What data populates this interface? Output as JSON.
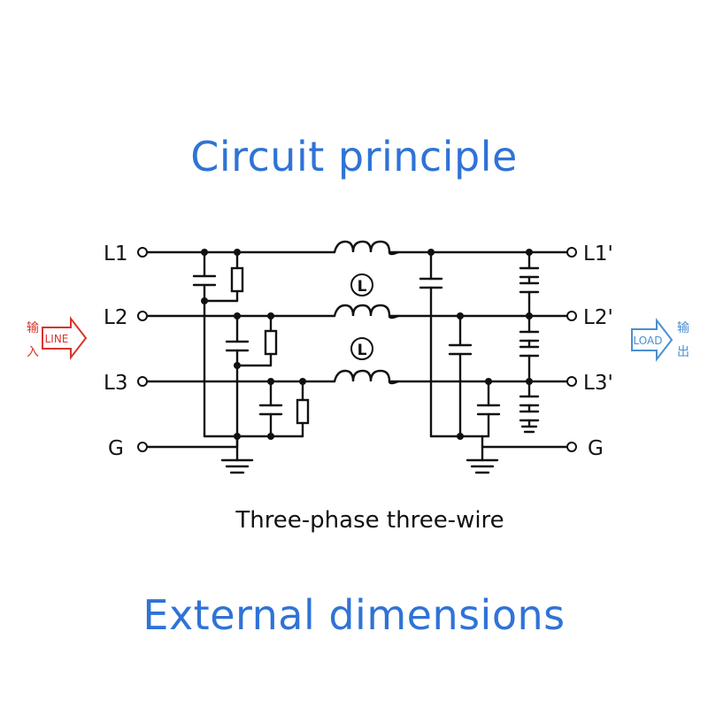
{
  "headings": {
    "top": "Circuit principle",
    "bottom": "External dimensions"
  },
  "diagram": {
    "caption": "Three-phase three-wire",
    "input_labels": [
      "L1",
      "L2",
      "L3",
      "G"
    ],
    "output_labels": [
      "L1'",
      "L2'",
      "L3'",
      "G"
    ],
    "inductor_symbol": "L",
    "input_badge": {
      "text": "LINE",
      "cjk_top": "输",
      "cjk_bottom": "入"
    },
    "output_badge": {
      "text": "LOAD",
      "cjk_top": "输",
      "cjk_bottom": "出"
    }
  },
  "colors": {
    "heading": "#2f73d6",
    "input_arrow": "#d9342b",
    "output_arrow": "#4a8fd1",
    "wire": "#111111"
  }
}
